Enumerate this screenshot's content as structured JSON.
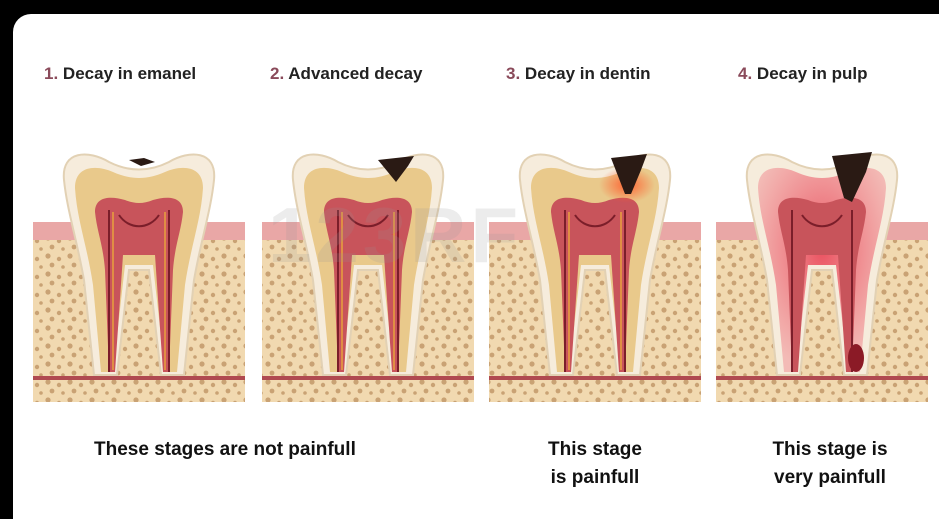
{
  "stages": [
    {
      "num": "1.",
      "label": "Decay in emanel"
    },
    {
      "num": "2.",
      "label": "Advanced decay"
    },
    {
      "num": "3.",
      "label": "Decay in dentin"
    },
    {
      "num": "4.",
      "label": "Decay in pulp"
    }
  ],
  "captions": {
    "not_painful": "These stages are not painfull",
    "painful_line1": "This stage",
    "painful_line2": "is painfull",
    "very_painful_line1": "This stage is",
    "very_painful_line2": "very painfull"
  },
  "watermark": "123RF",
  "colors": {
    "gum": "#e9a7a6",
    "bone": "#f1d9b0",
    "enamel": "#f6ecdc",
    "dentin": "#e9c98b",
    "pulp": "#c8545b",
    "decay": "#2a1a14",
    "inflamed": "#e8505a"
  }
}
